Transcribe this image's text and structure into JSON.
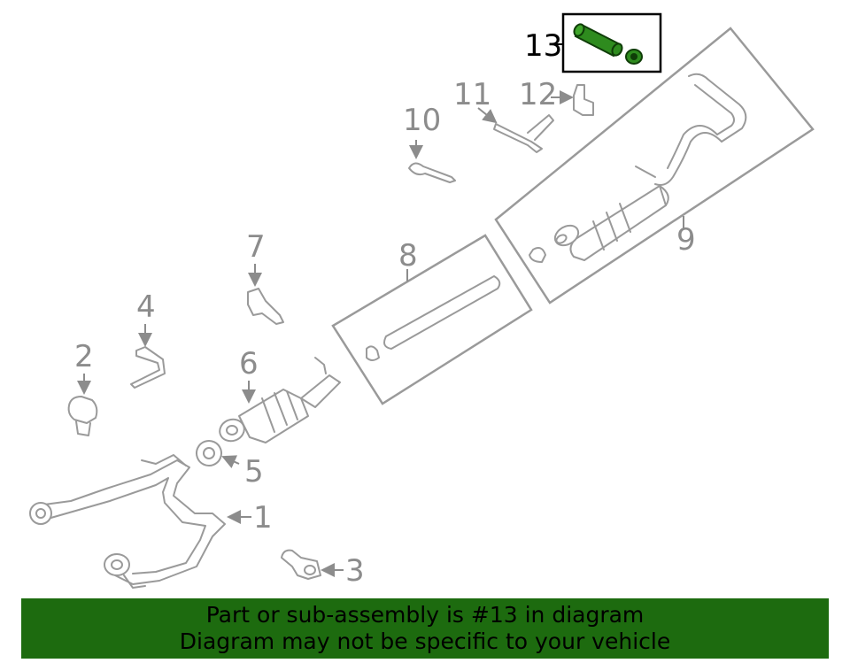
{
  "diagram": {
    "callouts": [
      "1",
      "2",
      "3",
      "4",
      "5",
      "6",
      "7",
      "8",
      "9",
      "10",
      "11",
      "12",
      "13"
    ],
    "highlighted_callout": "13",
    "highlight_color": "#2e8b1e",
    "part_line_color": "#9a9a9a"
  },
  "banner": {
    "line1": "Part or sub-assembly is #13 in diagram",
    "line2": "Diagram may not be specific to your vehicle",
    "background": "#1d6b0f"
  }
}
